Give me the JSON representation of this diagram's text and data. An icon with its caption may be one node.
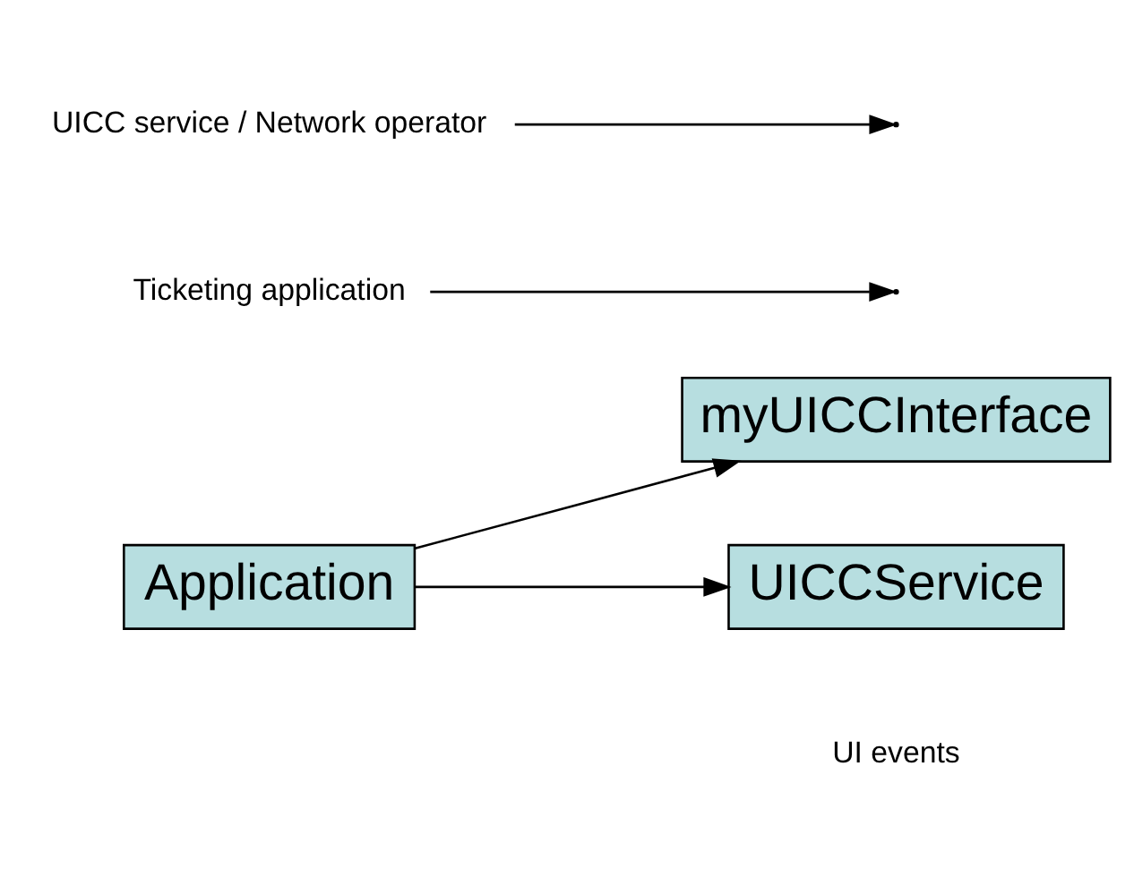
{
  "diagram": {
    "nodes": [
      {
        "text": [
          "Application"
        ]
      },
      {
        "text": [
          "myUICCInterface"
        ]
      },
      {
        "text": [
          "UICCService"
        ]
      },
      {
        "text": [
          "Ticketing application"
        ]
      },
      {
        "text": [
          "UICC service / Network operator"
        ]
      }
    ],
    "edges": [
      {
        "from": 0,
        "to": 1,
        "arrow": "to"
      },
      {
        "from": 0,
        "to": 2,
        "arrow": "to"
      },
      {
        "from": 3,
        "to": null,
        "arrow": "to"
      },
      {
        "from": 4,
        "to": null,
        "arrow": "to"
      }
    ],
    "labels": [
      "UI events"
    ]
  }
}
